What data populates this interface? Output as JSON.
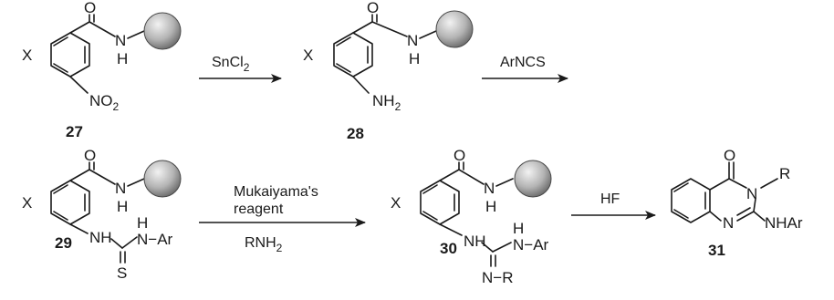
{
  "compounds": [
    {
      "id": "27",
      "label": "27"
    },
    {
      "id": "28",
      "label": "28"
    },
    {
      "id": "29",
      "label": "29"
    },
    {
      "id": "30",
      "label": "30"
    },
    {
      "id": "31",
      "label": "31"
    }
  ],
  "atoms": {
    "O": "O",
    "H": "H",
    "N": "N",
    "S": "S",
    "X": "X",
    "NO": "NO",
    "two": "2",
    "NH": "NH",
    "Ar": "Ar",
    "R": "R",
    "NAr": "N−Ar",
    "NHAr": "NHAr",
    "NR": "N−R",
    "RN": "R"
  },
  "steps": {
    "step1": {
      "reagent": "SnCl",
      "reagent_sub": "2"
    },
    "step2": {
      "reagent": "ArNCS"
    },
    "step3": {
      "reagent_line1": "Mukaiyama's",
      "reagent_line2": "reagent",
      "reagent_below": "RNH",
      "reagent_below_sub": "2"
    },
    "step4": {
      "reagent": "HF"
    }
  },
  "colors": {
    "ink": "#1a1a1a",
    "bead_light": "#f2f2f2",
    "bead_dark": "#6e6e6e"
  }
}
